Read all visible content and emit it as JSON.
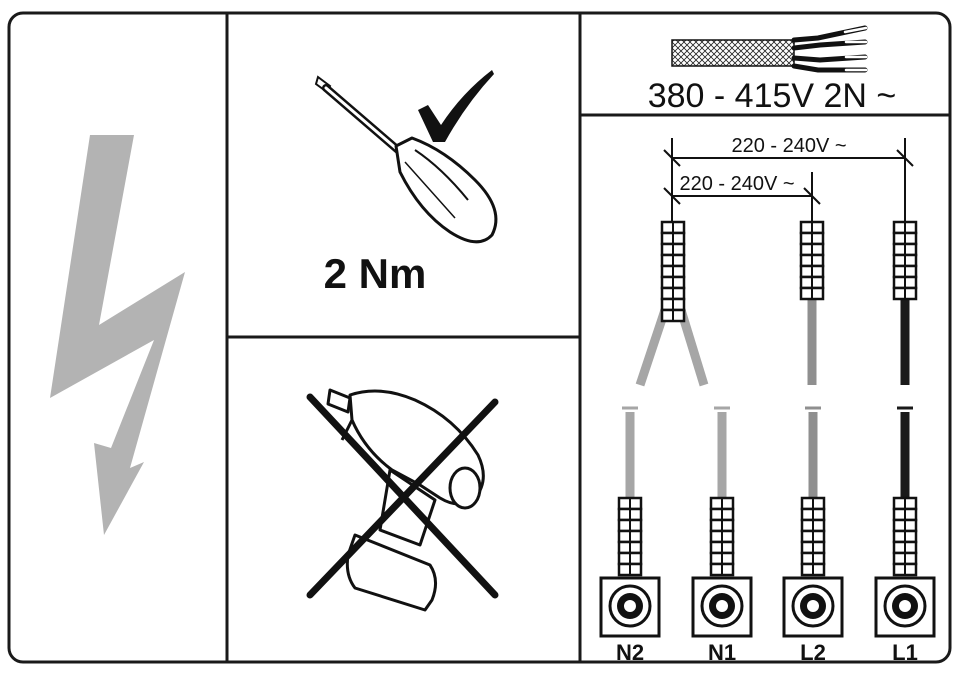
{
  "torque": {
    "value": "2 Nm"
  },
  "supply": {
    "voltage": "380 - 415V 2N ~"
  },
  "voltages": {
    "outer": "220 - 240V ~",
    "inner": "220 - 240V ~"
  },
  "terminals": [
    {
      "label": "N2",
      "wire_color": "#a6a6a6"
    },
    {
      "label": "N1",
      "wire_color": "#a6a6a6"
    },
    {
      "label": "L2",
      "wire_color": "#8f8f8f"
    },
    {
      "label": "L1",
      "wire_color": "#1a1a1a"
    }
  ],
  "icons": {
    "lightning": "lightning-bolt-icon",
    "screwdriver": "screwdriver-icon",
    "check": "checkmark-icon",
    "drill": "power-drill-icon",
    "forbidden": "cross-out-icon",
    "cable": "cable-icon"
  }
}
